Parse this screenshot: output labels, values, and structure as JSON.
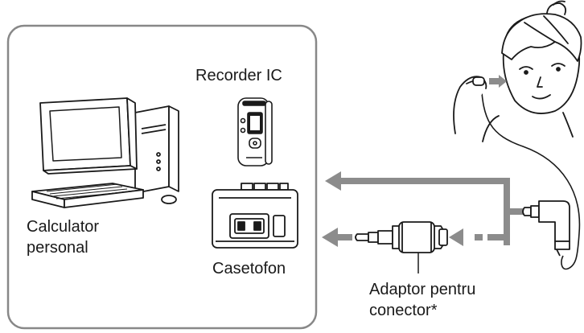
{
  "diagram": {
    "labels": {
      "recorder": "Recorder IC",
      "computer_line1": "Calculator",
      "computer_line2": "personal",
      "cassette": "Casetofon",
      "adaptor_line1": "Adaptor pentru",
      "adaptor_line2": "conector*"
    },
    "icons": {
      "computer": "desktop-computer-icon",
      "recorder": "ic-recorder-icon",
      "cassette": "cassette-player-icon",
      "adaptor": "plug-adaptor-icon",
      "person": "person-with-earphone-icon",
      "plug": "headphone-plug-icon"
    },
    "colors": {
      "arrow": "#8c8c8c",
      "frame": "#888888",
      "line": "#1a1a1a"
    }
  }
}
